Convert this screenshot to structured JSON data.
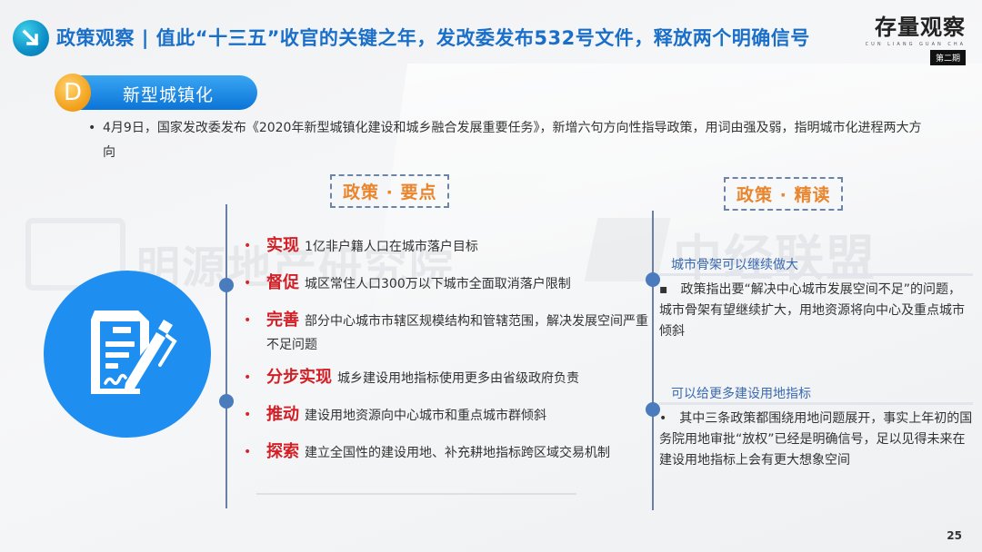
{
  "header": {
    "title": "政策观察 | 值此“十三五”收官的关键之年，发改委发布532号文件，释放两个明确信号",
    "icon": "arrow-down-right-icon"
  },
  "brand": {
    "title": "存量观察",
    "subtitle": "CUN LIANG GUAN CHA",
    "issue": "第二期"
  },
  "section": {
    "badge": "D",
    "label": "新型城镇化"
  },
  "intro": {
    "bullet": "•",
    "text": "4月9日，国家发改委发布《2020年新型城镇化建设和城乡融合发展重要任务》，新增六句方向性指导政策，用词由强及弱，指明城市化进程两大方向"
  },
  "watermarks": [
    "明源地产研究院",
    "中经联盟"
  ],
  "left_column": {
    "tag": "政策 · 要点",
    "icon": "document-pen-icon",
    "points": [
      {
        "keyword": "实现",
        "text": "1亿非户籍人口在城市落户目标"
      },
      {
        "keyword": "督促",
        "text": "城区常住人口300万以下城市全面取消落户限制"
      },
      {
        "keyword": "完善",
        "text": "部分中心城市市辖区规模结构和管辖范围，解决发展空间严重不足问题"
      },
      {
        "keyword": "分步实现",
        "text": "城乡建设用地指标使用更多由省级政府负责"
      },
      {
        "keyword": "推动",
        "text": "建设用地资源向中心城市和重点城市群倾斜"
      },
      {
        "keyword": "探索",
        "text": "建立全国性的建设用地、补充耕地指标跨区域交易机制"
      }
    ]
  },
  "right_column": {
    "tag": "政策 · 精读",
    "blocks": [
      {
        "title": "城市骨架可以继续做大",
        "body": "▪　政策指出要“解决中心城市发展空间不足”的问题，城市骨架有望继续扩大，用地资源将向中心及重点城市倾斜"
      },
      {
        "title": "可以给更多建设用地指标",
        "body": "•　其中三条政策都围绕用地问题展开，事实上年初的国务院用地审批“放权”已经是明确信号，足以见得未来在建设用地指标上会有更大想象空间"
      }
    ]
  },
  "footer": {
    "page_number": "25"
  },
  "colors": {
    "title_blue": "#1a6fc8",
    "pill_blue": "#0b74d8",
    "badge_orange": "#f3a11c",
    "tag_orange": "#e9852d",
    "keyword_red": "#d21f26",
    "timeline_blue": "#4a7bbd",
    "icon_circle_blue": "#1e8ef0"
  }
}
